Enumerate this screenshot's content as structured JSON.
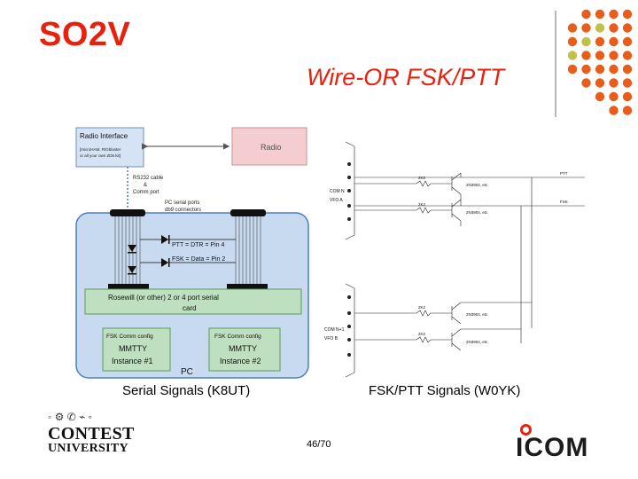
{
  "slide": {
    "title": "SO2V",
    "subtitle": "Wire-OR FSK/PTT",
    "page_number": "46/70"
  },
  "left_figure": {
    "caption": "Serial Signals (K8UT)",
    "radio_interface_title": "Radio Interface",
    "radio_interface_note1": "[microHAM, RIGblaster",
    "radio_interface_note2": "or all your own ZD5 kit]",
    "radio_label": "Radio",
    "cable_label1": "RS232 cable",
    "cable_label2": "&",
    "cable_label3": "Comm port",
    "ports_label1": "PC serial ports",
    "ports_label2": "db9 connectors",
    "ptt_label": "PTT = DTR = Pin 4",
    "fsk_label": "FSK = Data = Pin 2",
    "card_label1": "Rosewill (or other) 2 or 4 port serial",
    "card_label2": "card",
    "config1_title": "FSK Comm config",
    "config1_line1": "MMTTY",
    "config1_line2": "Instance #1",
    "config2_title": "FSK Comm config",
    "config2_line1": "MMTTY",
    "config2_line2": "Instance #2",
    "pc_label": "PC"
  },
  "right_figure": {
    "caption": "FSK/PTT Signals (W0YK)",
    "port_a_label1": "COM N",
    "port_a_label2": "VFO A",
    "port_b_label1": "COM N+1",
    "port_b_label2": "VFO B",
    "resistor_label": "2K2",
    "transistor_label": "2N3904, etc.",
    "out_ptt": "PTT",
    "out_fsk": "FSK"
  },
  "logos": {
    "cu_line1": "CONTEST",
    "cu_line2": "UNIVERSITY",
    "cu_icons": "◦ ⚙ ✆ ⌁ ◦",
    "icom_text": "ICOM"
  },
  "colors": {
    "accent": "#e8210e",
    "dot_orange": "#e85d1a",
    "dot_olive": "#bfc24a",
    "diagram_blue_fill": "#c8daf0",
    "diagram_blue_border": "#4a7fc1"
  }
}
